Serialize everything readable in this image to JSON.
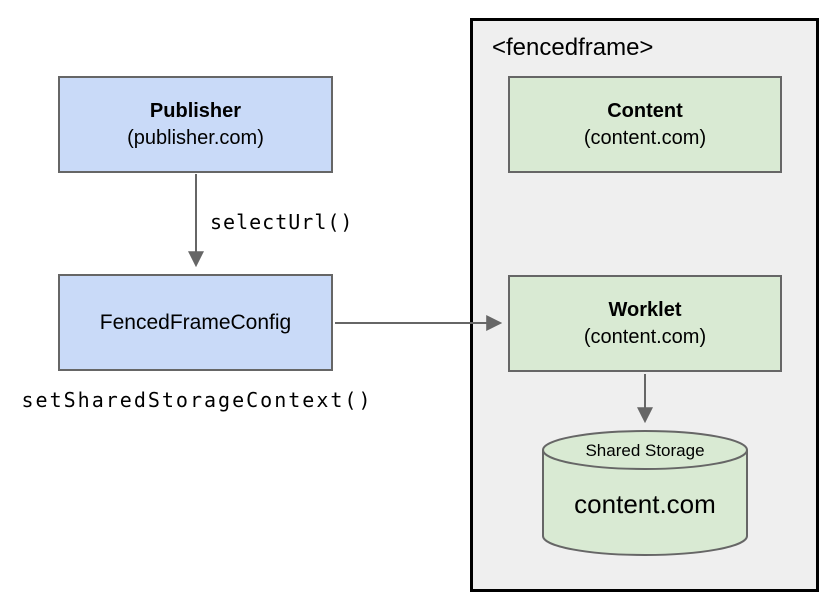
{
  "diagram": {
    "colors": {
      "background": "#ffffff",
      "publisher_fill": "#c9daf8",
      "content_fill": "#d9ead3",
      "frame_fill": "#efefef",
      "frame_border": "#000000",
      "box_border": "#666666",
      "arrow": "#666666",
      "text": "#000000"
    },
    "frame": {
      "label": "<fencedframe>"
    },
    "nodes": {
      "publisher": {
        "title": "Publisher",
        "subtitle": "(publisher.com)"
      },
      "fenced_frame_config": {
        "title": "FencedFrameConfig"
      },
      "content": {
        "title": "Content",
        "subtitle": "(content.com)"
      },
      "worklet": {
        "title": "Worklet",
        "subtitle": "(content.com)"
      },
      "shared_storage": {
        "title": "Shared Storage",
        "subtitle": "content.com"
      }
    },
    "edges": {
      "select_url": {
        "label": "selectUrl()"
      },
      "set_shared_storage_context": {
        "label": "setSharedStorageContext()"
      }
    }
  }
}
